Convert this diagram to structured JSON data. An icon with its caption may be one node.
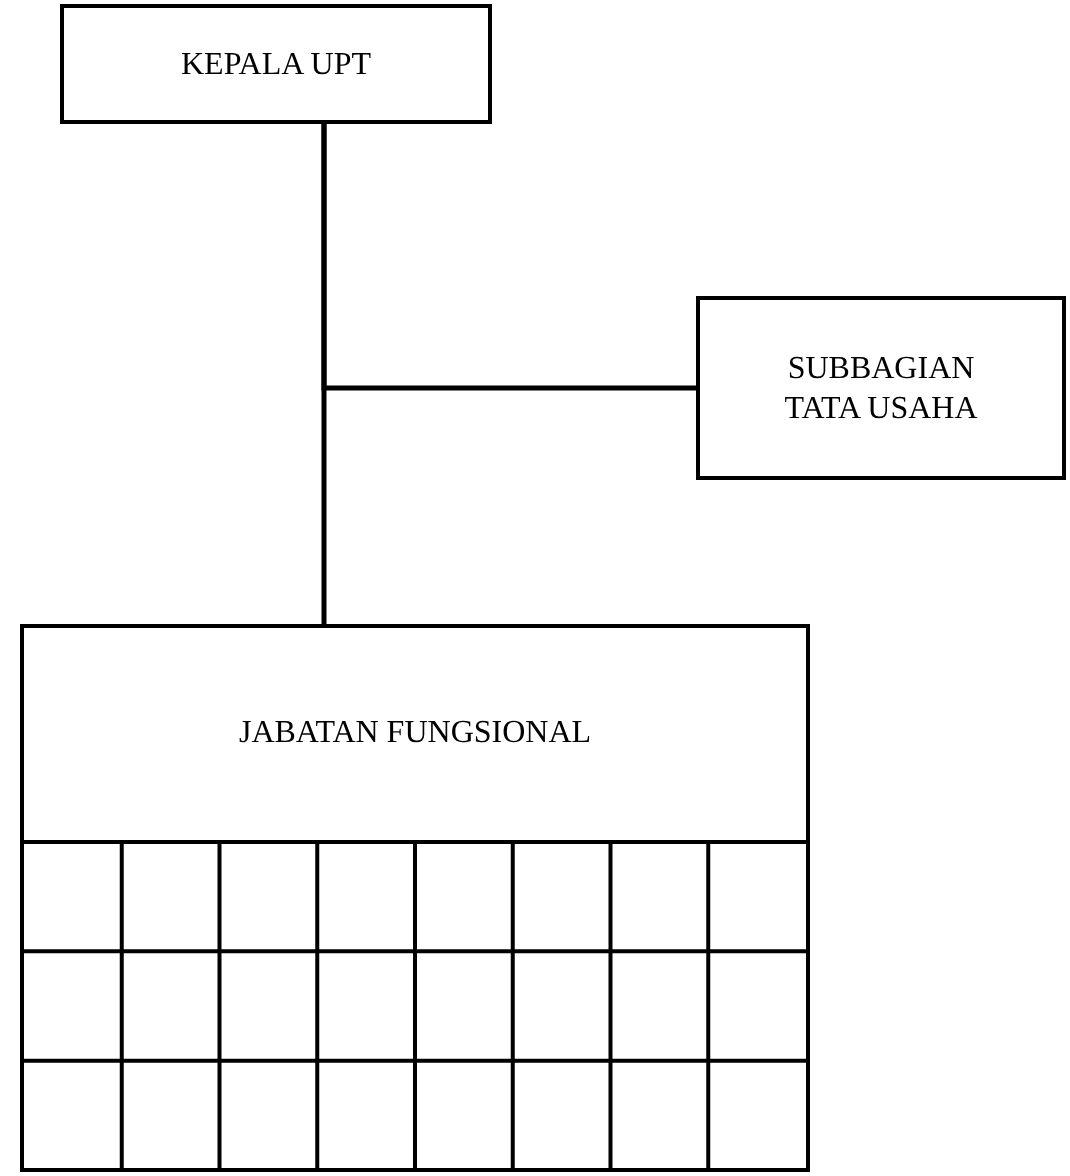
{
  "diagram": {
    "nodes": [
      {
        "text": [
          "KEPALA UPT"
        ]
      },
      {
        "text": [
          "SUBBAGIAN TATA USAHA"
        ]
      },
      {
        "text": [
          "JABATAN FUNGSIONAL"
        ]
      }
    ],
    "edges": [
      {
        "from": 0,
        "to": 1,
        "arrow": "none"
      },
      {
        "from": 0,
        "to": 2,
        "arrow": "none"
      }
    ]
  }
}
